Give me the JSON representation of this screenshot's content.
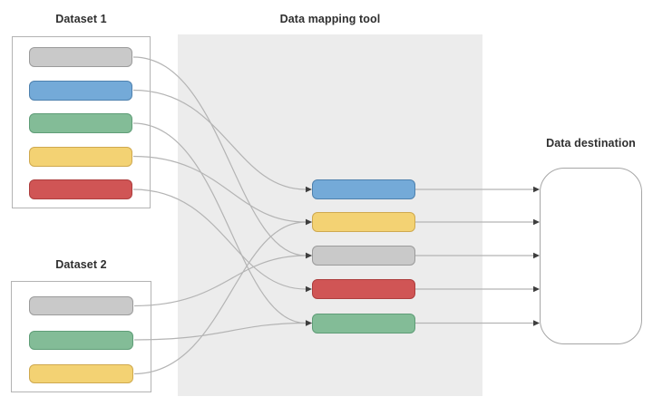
{
  "diagram": {
    "dataset1": {
      "title": "Dataset 1",
      "fields": [
        "gray",
        "blue",
        "green",
        "yellow",
        "red"
      ]
    },
    "dataset2": {
      "title": "Dataset 2",
      "fields": [
        "gray",
        "green",
        "yellow"
      ]
    },
    "mapper": {
      "title": "Data mapping tool",
      "fields": [
        "blue",
        "yellow",
        "gray",
        "red",
        "green"
      ]
    },
    "destination": {
      "title": "Data destination"
    },
    "connections": [
      {
        "from": "dataset1.gray",
        "to": "mapper.gray"
      },
      {
        "from": "dataset1.blue",
        "to": "mapper.blue"
      },
      {
        "from": "dataset1.green",
        "to": "mapper.green"
      },
      {
        "from": "dataset1.yellow",
        "to": "mapper.yellow"
      },
      {
        "from": "dataset1.red",
        "to": "mapper.red"
      },
      {
        "from": "dataset2.gray",
        "to": "mapper.gray"
      },
      {
        "from": "dataset2.green",
        "to": "mapper.green"
      },
      {
        "from": "dataset2.yellow",
        "to": "mapper.yellow"
      }
    ],
    "outputs": [
      "blue",
      "yellow",
      "gray",
      "red",
      "green"
    ],
    "colors": {
      "gray": {
        "fill": "#c9c9c9",
        "border": "#9b9b9b"
      },
      "blue": {
        "fill": "#74aad8",
        "border": "#4e81ae"
      },
      "green": {
        "fill": "#83bc97",
        "border": "#5f9d77"
      },
      "yellow": {
        "fill": "#f3d273",
        "border": "#cfa94f"
      },
      "red": {
        "fill": "#d05555",
        "border": "#ad3e3e"
      },
      "panel_bg": "#ececec",
      "line": "#b4b4b4",
      "arrow": "#3e3e3e"
    }
  }
}
